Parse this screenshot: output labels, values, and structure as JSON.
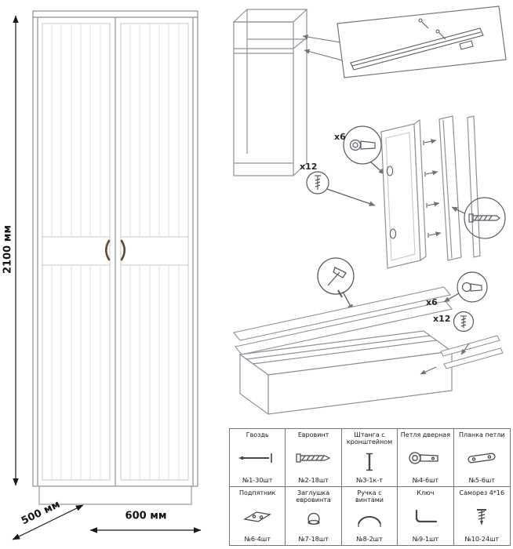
{
  "meta": {
    "background_color": "#ffffff",
    "line_color": "#9aa1a7",
    "detail_line_color": "#565b61",
    "dimension_color": "#131416"
  },
  "dimensions": {
    "height_label": "2100 мм",
    "width_label": "600 мм",
    "depth_label": "500 мм"
  },
  "assembly": {
    "callouts": [
      {
        "label": "x6"
      },
      {
        "label": "x12"
      },
      {
        "label": "x6"
      },
      {
        "label": "x12"
      }
    ]
  },
  "parts_table": {
    "rows": [
      [
        {
          "name": "Гвоздь",
          "qty": "№1-30шт",
          "icon": "nail-icon"
        },
        {
          "name": "Евровинт",
          "qty": "№2-18шт",
          "icon": "euro-screw-icon"
        },
        {
          "name": "Штанга с кронштейном",
          "qty": "№3-1к-т",
          "icon": "hanging-rod-icon"
        },
        {
          "name": "Петля дверная",
          "qty": "№4-6шт",
          "icon": "door-hinge-icon"
        },
        {
          "name": "Планка петли",
          "qty": "№5-6шт",
          "icon": "hinge-plate-icon"
        }
      ],
      [
        {
          "name": "Подпятник",
          "qty": "№6-4шт",
          "icon": "foot-pad-icon"
        },
        {
          "name": "Заглушка евровинта",
          "qty": "№7-18шт",
          "icon": "screw-cap-icon"
        },
        {
          "name": "Ручка с винтами",
          "qty": "№8-2шт",
          "icon": "handle-icon"
        },
        {
          "name": "Ключ",
          "qty": "№9-1шт",
          "icon": "key-icon"
        },
        {
          "name": "Саморез 4*16",
          "qty": "№10-24шт",
          "icon": "self-tapping-screw-icon"
        }
      ]
    ]
  }
}
